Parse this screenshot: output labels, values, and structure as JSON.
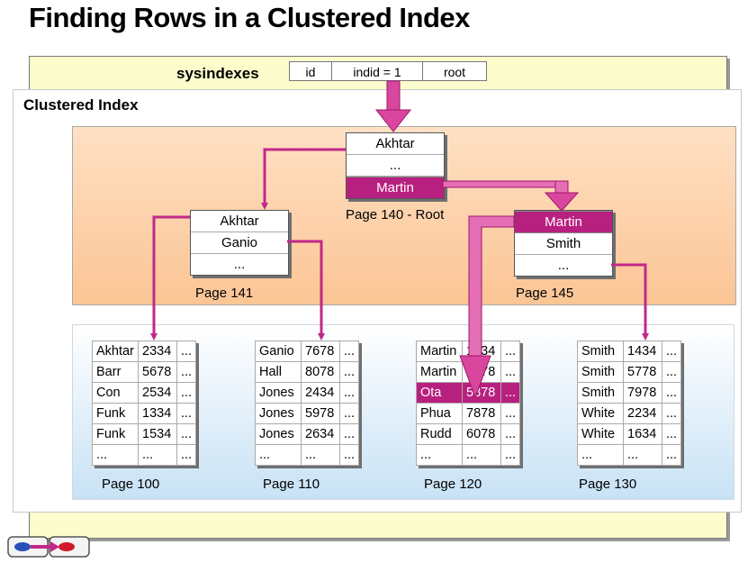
{
  "title": "Finding Rows in a Clustered Index",
  "sysindexes": {
    "label": "sysindexes",
    "cols": [
      "id",
      "indid = 1",
      "root"
    ]
  },
  "clustered_index": {
    "title": "Clustered Index",
    "root": {
      "rows": [
        "Akhtar",
        "...",
        "Martin"
      ],
      "label": "Page 140 - Root"
    },
    "p141": {
      "rows": [
        "Akhtar",
        "Ganio",
        "..."
      ],
      "label": "Page 141"
    },
    "p145": {
      "rows": [
        "Martin",
        "Smith",
        "..."
      ],
      "label": "Page 145"
    }
  },
  "leaf_pages": [
    {
      "label": "Page 100",
      "rows": [
        [
          "Akhtar",
          "2334",
          "..."
        ],
        [
          "Barr",
          "5678",
          "..."
        ],
        [
          "Con",
          "2534",
          "..."
        ],
        [
          "Funk",
          "1334",
          "..."
        ],
        [
          "Funk",
          "1534",
          "..."
        ],
        [
          "...",
          "...",
          "..."
        ]
      ]
    },
    {
      "label": "Page 110",
      "rows": [
        [
          "Ganio",
          "7678",
          "..."
        ],
        [
          "Hall",
          "8078",
          "..."
        ],
        [
          "Jones",
          "2434",
          "..."
        ],
        [
          "Jones",
          "5978",
          "..."
        ],
        [
          "Jones",
          "2634",
          "..."
        ],
        [
          "...",
          "...",
          "..."
        ]
      ]
    },
    {
      "label": "Page 120",
      "rows": [
        [
          "Martin",
          "1234",
          "..."
        ],
        [
          "Martin",
          "7778",
          "..."
        ],
        [
          "Ota",
          "5878",
          "..."
        ],
        [
          "Phua",
          "7878",
          "..."
        ],
        [
          "Rudd",
          "6078",
          "..."
        ],
        [
          "...",
          "...",
          "..."
        ]
      ]
    },
    {
      "label": "Page 130",
      "rows": [
        [
          "Smith",
          "1434",
          "..."
        ],
        [
          "Smith",
          "5778",
          "..."
        ],
        [
          "Smith",
          "7978",
          "..."
        ],
        [
          "White",
          "2234",
          "..."
        ],
        [
          "White",
          "1634",
          "..."
        ],
        [
          "...",
          "...",
          "..."
        ]
      ]
    }
  ],
  "colors": {
    "highlight": "#b8207f",
    "arrow": "#c2288a",
    "orange_panel": "#fbc595",
    "blue_panel": "#c8e2f5",
    "yellow_panel": "#fcfccc"
  }
}
